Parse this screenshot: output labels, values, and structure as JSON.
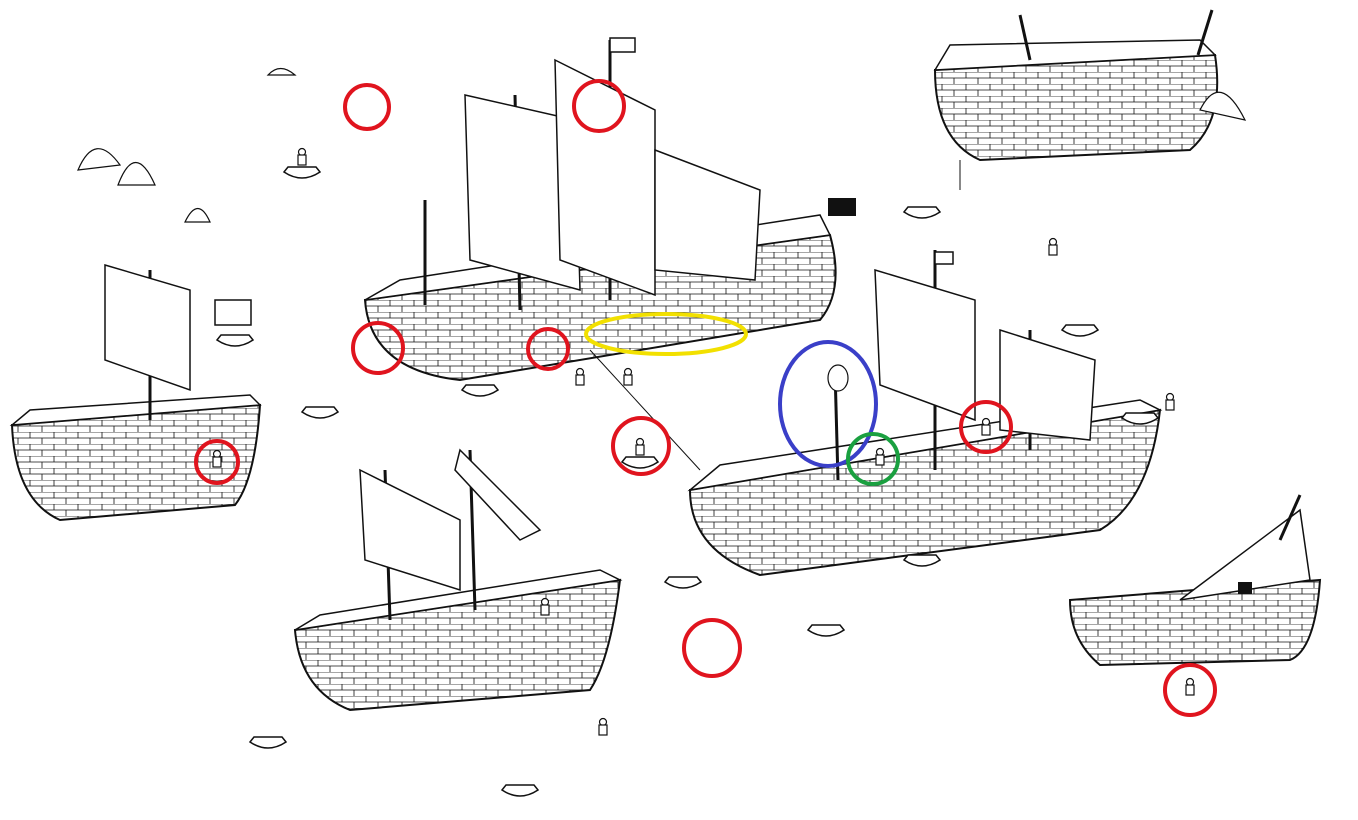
{
  "colors": {
    "difference_marker": "#e0141e",
    "highlight_yellow": "#f2e000",
    "highlight_blue": "#3a3fc8",
    "highlight_green": "#1aa040",
    "ink": "#111111"
  },
  "markers": {
    "red_circle_count": 9,
    "yellow_ellipse_count": 1,
    "blue_ellipse_count": 1,
    "green_circle_count": 1
  }
}
